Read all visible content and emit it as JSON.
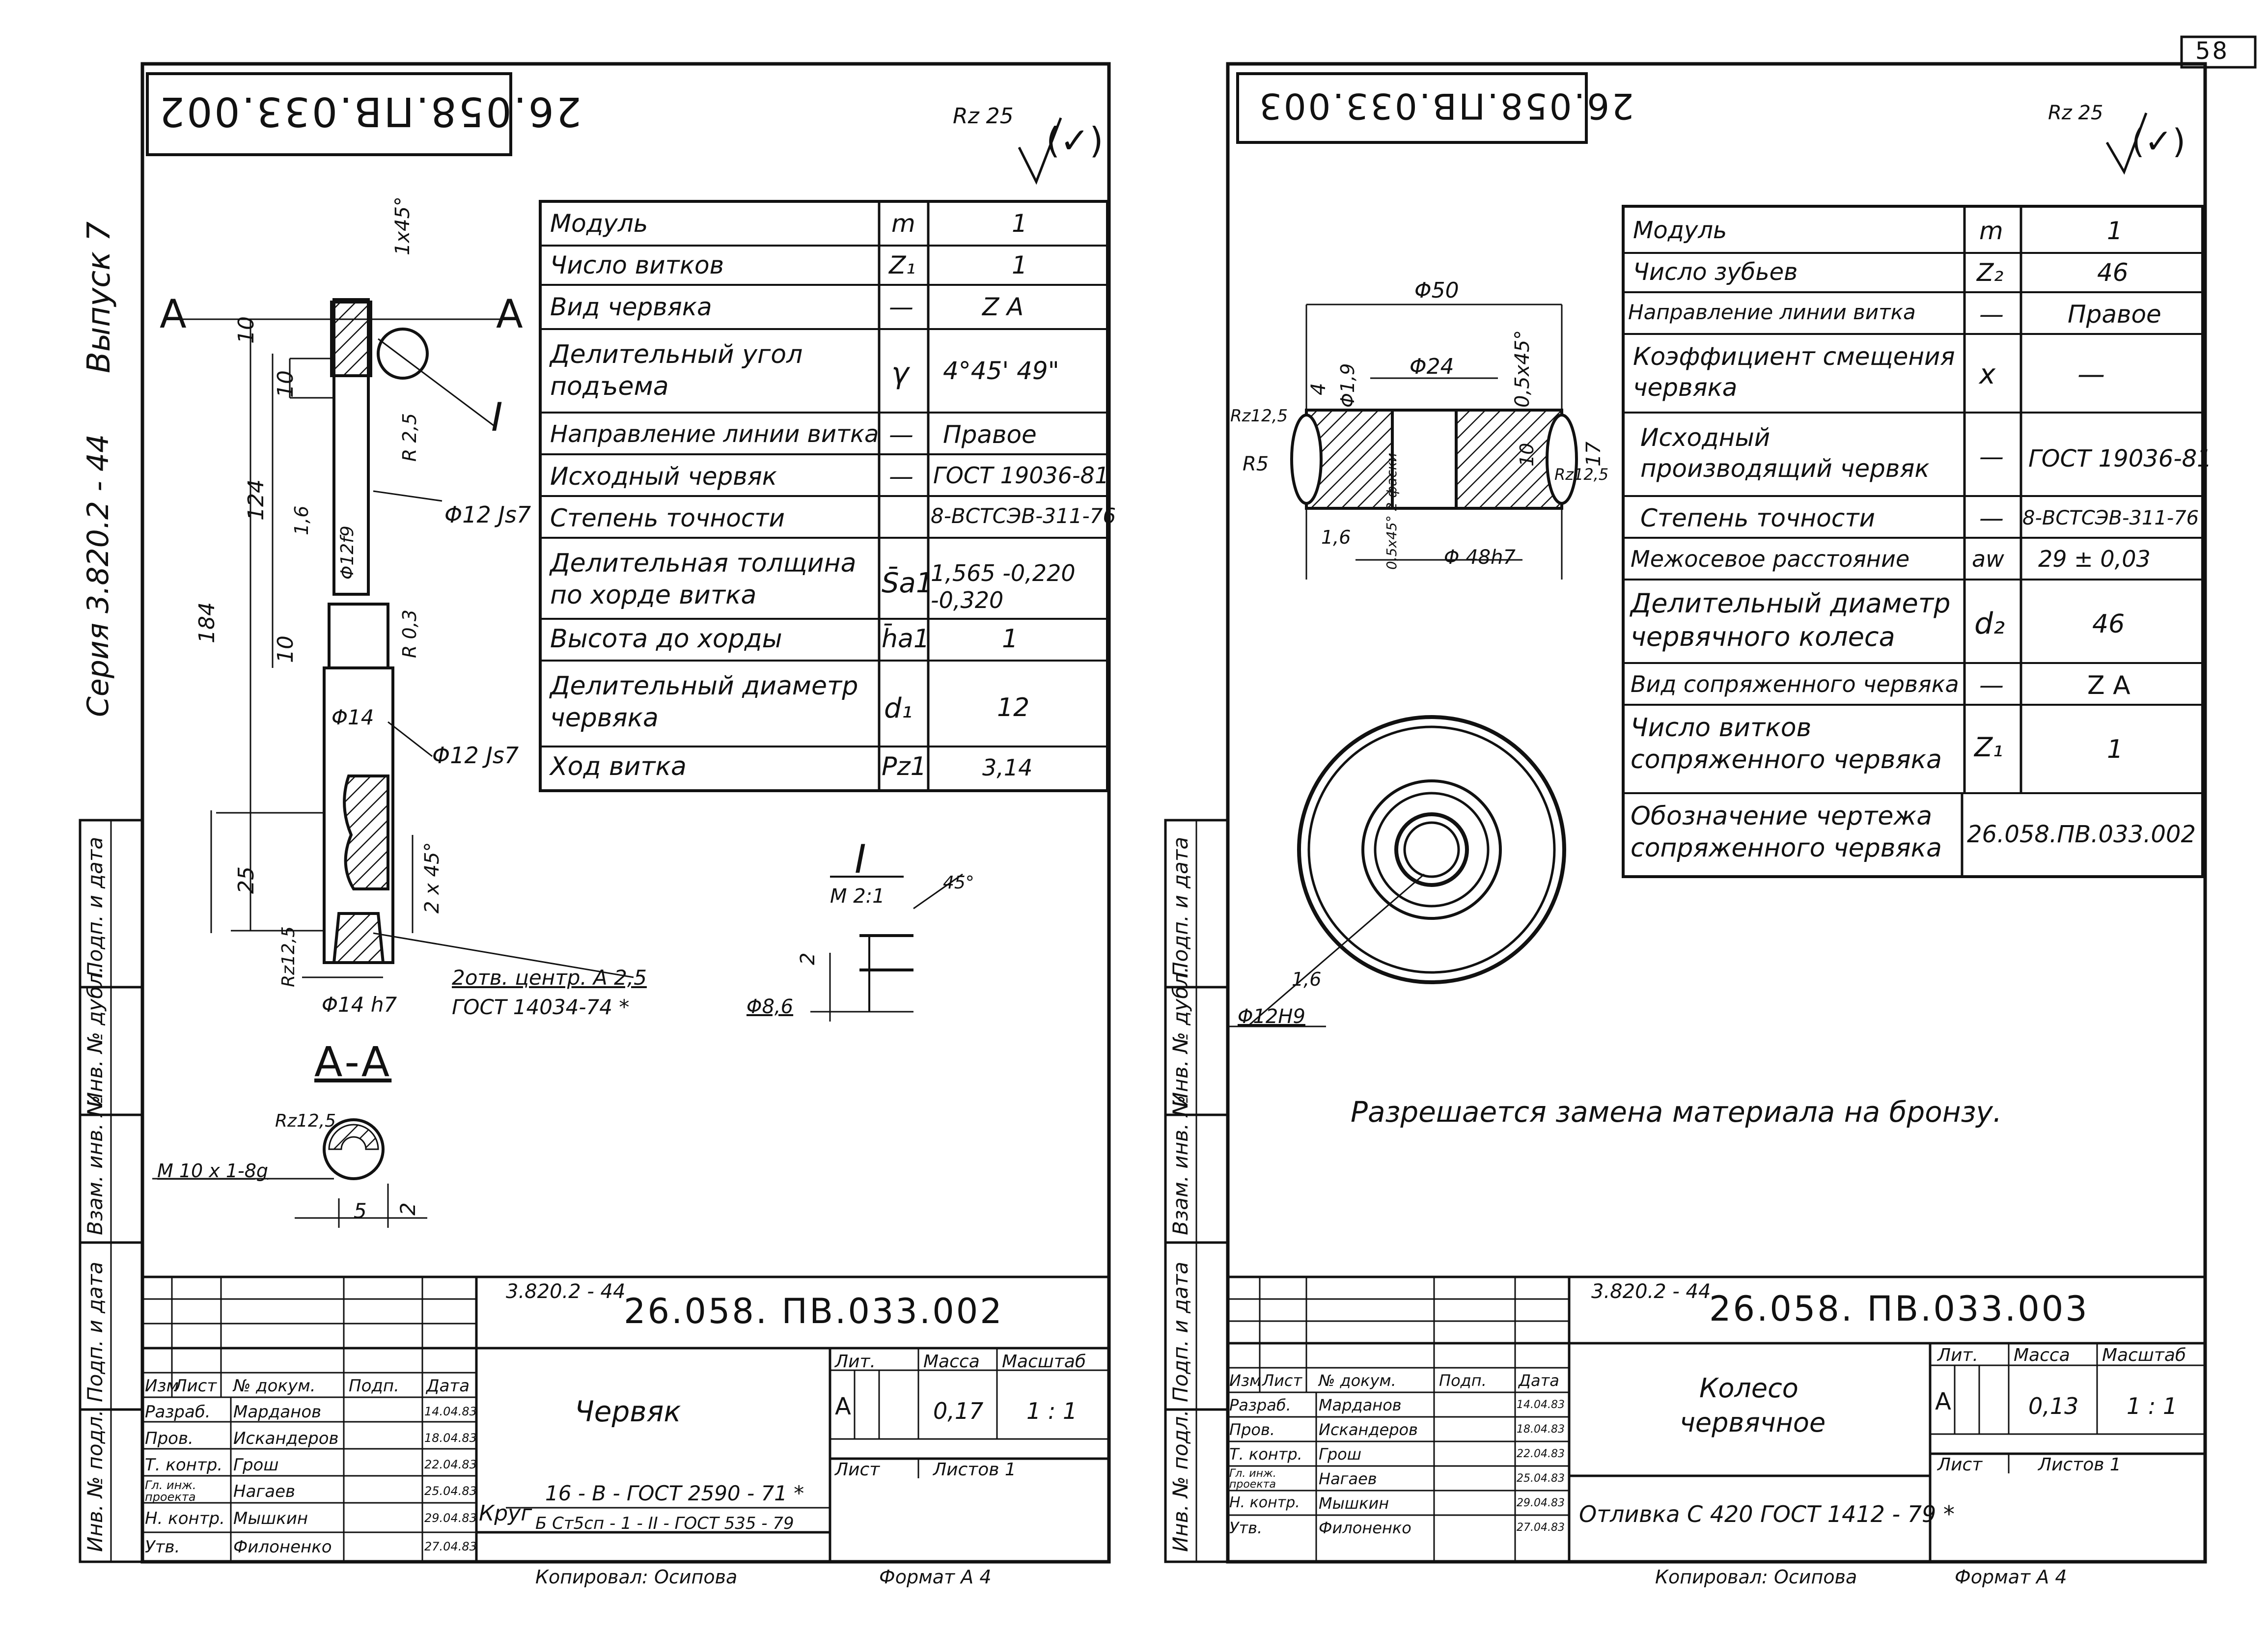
{
  "page_number": "58",
  "sidebar": {
    "issue": "Выпуск 7",
    "series": "Серия  3.820.2 - 44",
    "sheet1_fields": [
      "Подп. и дата",
      "Инв. № дубл.",
      "Взам. инв. №",
      "Подп. и дата",
      "Инв. № подл."
    ],
    "sheet2_fields": [
      "Подп. и дата",
      "Инв. № дубл.",
      "Взам. инв. №",
      "Подп. и дата",
      "Инв. № подл."
    ]
  },
  "sheet1": {
    "code_flipped": "26.058.ПВ.033.002",
    "roughness": "Rz 25",
    "roughness_sign": "(✓)",
    "table": [
      [
        "Модуль",
        "m",
        "1"
      ],
      [
        "Число витков",
        "Z₁",
        "1"
      ],
      [
        "Вид червяка",
        "—",
        "Z A"
      ],
      [
        "Делительный угол подъема",
        "γ",
        "4°45' 49\""
      ],
      [
        "Направление линии витка",
        "—",
        "Правое"
      ],
      [
        "Исходный червяк",
        "—",
        "ГОСТ 19036-81"
      ],
      [
        "Степень точности",
        "",
        "8-BCTCЭВ-311-76"
      ],
      [
        "Делительная толщина по хорде витка",
        "S̄a1",
        "1,565 -0,220 -0,320"
      ],
      [
        "Высота до хорды",
        "h̄a1",
        "1"
      ],
      [
        "Делительный диаметр червяка",
        "d₁",
        "12"
      ],
      [
        "Ход витка",
        "Pz1",
        "3,14"
      ]
    ],
    "dims": {
      "chamfer": "1x45°",
      "section_mark": "A",
      "d10a": "10",
      "d10b": "10",
      "d10c": "10",
      "len124": "124",
      "len184": "184",
      "len25": "25",
      "rough16": "1,6",
      "d12f9": "Φ12f9",
      "r25": "R 2,5",
      "r03": "R 0,3",
      "detail": "I",
      "d12js7a": "Φ12 Js7",
      "d12js7b": "Φ12 Js7",
      "d14": "Φ14",
      "chamfer2": "2 x 45°",
      "rz125": "Rz12,5",
      "d14h7": "Φ14 h7",
      "centers1": "2отв. центр. А 2,5",
      "centers2": "ГОСТ 14034-74 *",
      "section": "А-А",
      "thread": "M 10 x 1-8g",
      "rz125b": "Rz12,5",
      "d5": "5",
      "d2": "2",
      "detail_title": "I",
      "detail_scale": "M 2:1",
      "angle45": "45°",
      "dim2": "2",
      "d86": "Φ8,6"
    },
    "stamp": {
      "series": "3.820.2 - 44",
      "code": "26.058. ПВ.033.002",
      "title": "Червяк",
      "headers": [
        "Изм",
        "Лист",
        "№ докум.",
        "Подп.",
        "Дата"
      ],
      "rows": [
        [
          "Разраб.",
          "Марданов",
          "14.04.83"
        ],
        [
          "Пров.",
          "Искандеров",
          "18.04.83"
        ],
        [
          "Т. контр.",
          "Грош",
          "22.04.83"
        ],
        [
          "Гл. инж. проекта",
          "Нагаев",
          "25.04.83"
        ],
        [
          "Н. контр.",
          "Мышкин",
          "29.04.83"
        ],
        [
          "Утв.",
          "Филоненко",
          "27.04.83"
        ]
      ],
      "lit_label": "Лит.",
      "mass_label": "Масса",
      "scale_label": "Масштаб",
      "lit": "А",
      "mass": "0,17",
      "scale": "1 : 1",
      "sheet_label": "Лист",
      "sheets_label": "Листов  1",
      "mat_prefix": "Круг",
      "mat1": "16 - B - ГОСТ 2590 - 71 *",
      "mat2": "Б Ст5сп - 1 - II - ГОСТ 535 - 79",
      "copied": "Копировал:   Осипова",
      "format": "Формат  А 4"
    }
  },
  "sheet2": {
    "code_flipped": "26.058.ПВ.033.003",
    "roughness": "Rz 25",
    "roughness_sign": "(✓)",
    "table": [
      [
        "Модуль",
        "m",
        "1"
      ],
      [
        "Число зубьев",
        "Z₂",
        "46"
      ],
      [
        "Направление линии витка",
        "—",
        "Правое"
      ],
      [
        "Коэффициент смещения червяка",
        "x",
        "—"
      ],
      [
        "Исходный производящий червяк",
        "—",
        "ГОСТ 19036-81"
      ],
      [
        "Степень точности",
        "—",
        "8-BCTCЭВ-311-76"
      ],
      [
        "Межосевое расстояние",
        "aw",
        "29 ± 0,03"
      ],
      [
        "Делительный диаметр червячного колеса",
        "d₂",
        "46"
      ],
      [
        "Вид сопряженного червяка",
        "—",
        "Z A"
      ],
      [
        "Число витков сопряженного червяка",
        "Z₁",
        "1"
      ],
      [
        "Обозначение чертежа сопряженного червяка",
        "26.058.ПВ.033.002",
        ""
      ]
    ],
    "dims": {
      "d50": "Φ50",
      "d24": "Φ24",
      "chamfer": "0,5x45°",
      "d4": "4",
      "d19": "Φ1,9",
      "rz125a": "Rz12,5",
      "r5": "R5",
      "d10": "10",
      "d17": "17",
      "rz125b": "Rz12,5",
      "rough16": "1,6",
      "chamfer2": "0,5x45° 2 фаски",
      "d48h7": "Φ 48h7",
      "rough16b": "1,6",
      "d12h9": "Φ12H9"
    },
    "note": "Разрешается  замена  материала  на  бронзу.",
    "stamp": {
      "series": "3.820.2 - 44",
      "code": "26.058. ПВ.033.003",
      "title1": "Колесо",
      "title2": "червячное",
      "headers": [
        "Изм",
        "Лист",
        "№ докум.",
        "Подп.",
        "Дата"
      ],
      "rows": [
        [
          "Разраб.",
          "Марданов",
          "14.04.83"
        ],
        [
          "Пров.",
          "Искандеров",
          "18.04.83"
        ],
        [
          "Т. контр.",
          "Грош",
          "22.04.83"
        ],
        [
          "Гл. инж. проекта",
          "Нагаев",
          "25.04.83"
        ],
        [
          "Н. контр.",
          "Мышкин",
          "29.04.83"
        ],
        [
          "Утв.",
          "Филоненко",
          "27.04.83"
        ]
      ],
      "lit_label": "Лит.",
      "mass_label": "Масса",
      "scale_label": "Масштаб",
      "lit": "А",
      "mass": "0,13",
      "scale": "1 : 1",
      "sheet_label": "Лист",
      "sheets_label": "Листов  1",
      "mat": "Отливка  С 420  ГОСТ 1412 - 79 *",
      "copied": "Копировал:    Осипова",
      "format": "Формат  А 4"
    }
  }
}
